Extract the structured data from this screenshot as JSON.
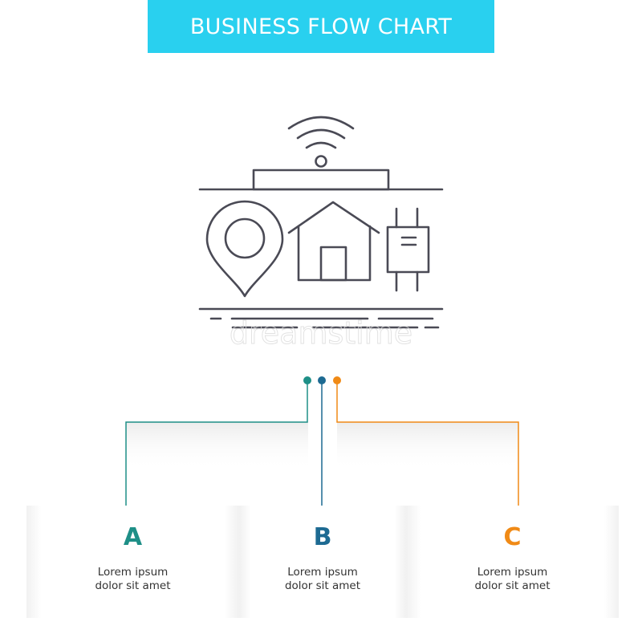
{
  "title": "BUSINESS FLOW CHART",
  "watermark": "dreamstime",
  "colors": {
    "banner": "#29d0ef",
    "icon_stroke": "#4a4a55",
    "step_a": "#1e8f87",
    "step_b": "#1d6a92",
    "step_c": "#f08a16"
  },
  "hero_icon": "smart-home-wifi-location-plug-icon",
  "steps": [
    {
      "letter": "A",
      "line1": "Lorem ipsum",
      "line2": "dolor sit amet"
    },
    {
      "letter": "B",
      "line1": "Lorem ipsum",
      "line2": "dolor sit amet"
    },
    {
      "letter": "C",
      "line1": "Lorem ipsum",
      "line2": "dolor sit amet"
    }
  ]
}
